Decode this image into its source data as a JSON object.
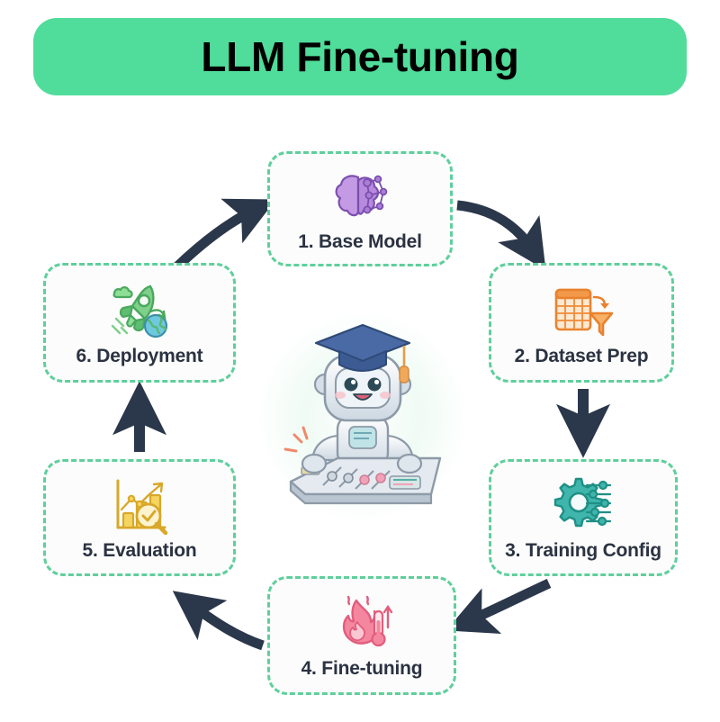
{
  "header": {
    "title": "LLM Fine-tuning",
    "banner_color": "#50dc9a",
    "title_color": "#000000"
  },
  "theme": {
    "page_background": "#ffffff",
    "node_fill": "#fbfcfb",
    "node_border": "#5fcf9c",
    "arrow_color": "#2b374b",
    "label_color": "#2b3241"
  },
  "diagram": {
    "type": "cycle",
    "center": {
      "name": "robot-mascot",
      "description": "Cute robot wearing graduation cap operating a mixing console",
      "glow_color": "#eafaf2"
    },
    "nodes": [
      {
        "id": "node-1",
        "label": "1. Base Model",
        "icon": "brain-network-icon",
        "icon_color": "#b07fd9"
      },
      {
        "id": "node-2",
        "label": "2. Dataset Prep",
        "icon": "table-funnel-icon",
        "icon_color": "#f08b3c"
      },
      {
        "id": "node-3",
        "label": "3. Training Config",
        "icon": "gear-sliders-icon",
        "icon_color": "#36b3a8"
      },
      {
        "id": "node-4",
        "label": "4. Fine-tuning",
        "icon": "flame-thermometer-icon",
        "icon_color": "#f4748f"
      },
      {
        "id": "node-5",
        "label": "5. Evaluation",
        "icon": "bar-chart-magnifier-icon",
        "icon_color": "#e8c githubs"
      },
      {
        "id": "node-6",
        "label": "6. Deployment",
        "icon": "rocket-globe-icon",
        "icon_color": "#6ecb7a"
      }
    ],
    "edges": [
      {
        "from": "1. Base Model",
        "to": "2. Dataset Prep",
        "style": "curved-arrow",
        "direction": "down-right"
      },
      {
        "from": "2. Dataset Prep",
        "to": "3. Training Config",
        "style": "straight-arrow",
        "direction": "down"
      },
      {
        "from": "3. Training Config",
        "to": "4. Fine-tuning",
        "style": "curved-arrow",
        "direction": "down-left"
      },
      {
        "from": "4. Fine-tuning",
        "to": "5. Evaluation",
        "style": "curved-arrow",
        "direction": "up-left"
      },
      {
        "from": "5. Evaluation",
        "to": "6. Deployment",
        "style": "straight-arrow",
        "direction": "up"
      },
      {
        "from": "6. Deployment",
        "to": "1. Base Model",
        "style": "curved-arrow",
        "direction": "up-right"
      }
    ]
  }
}
